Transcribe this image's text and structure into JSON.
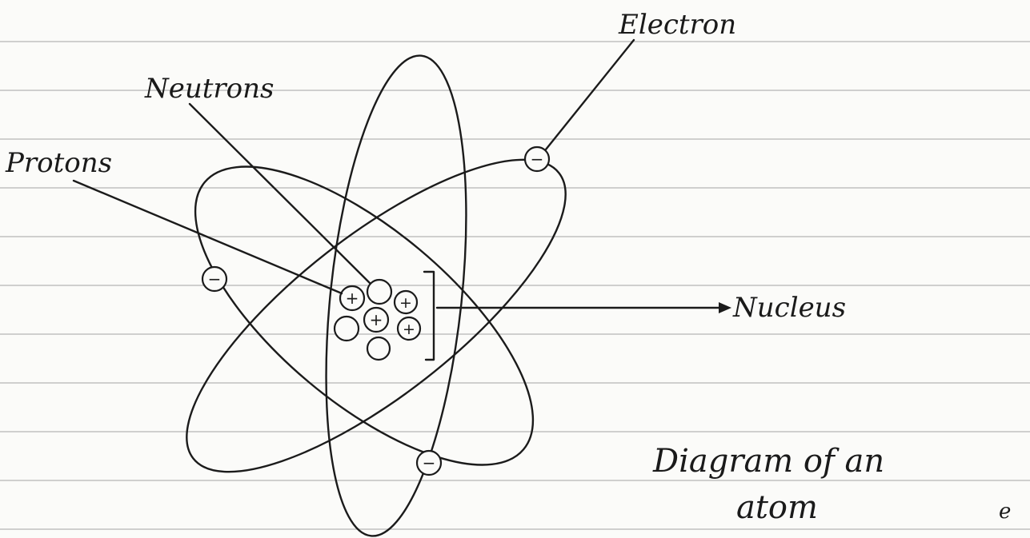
{
  "labels": {
    "electron": "Electron",
    "neutrons": "Neutrons",
    "protons": "Protons",
    "nucleus": "Nucleus",
    "caption_line1": "Diagram of an",
    "caption_line2": "atom",
    "margin_mark": "e"
  },
  "symbols": {
    "negative": "−",
    "positive": "+"
  },
  "colors": {
    "paper": "#fbfbf9",
    "ruling": "#b5b5b5",
    "ink": "#1b1b1b"
  }
}
